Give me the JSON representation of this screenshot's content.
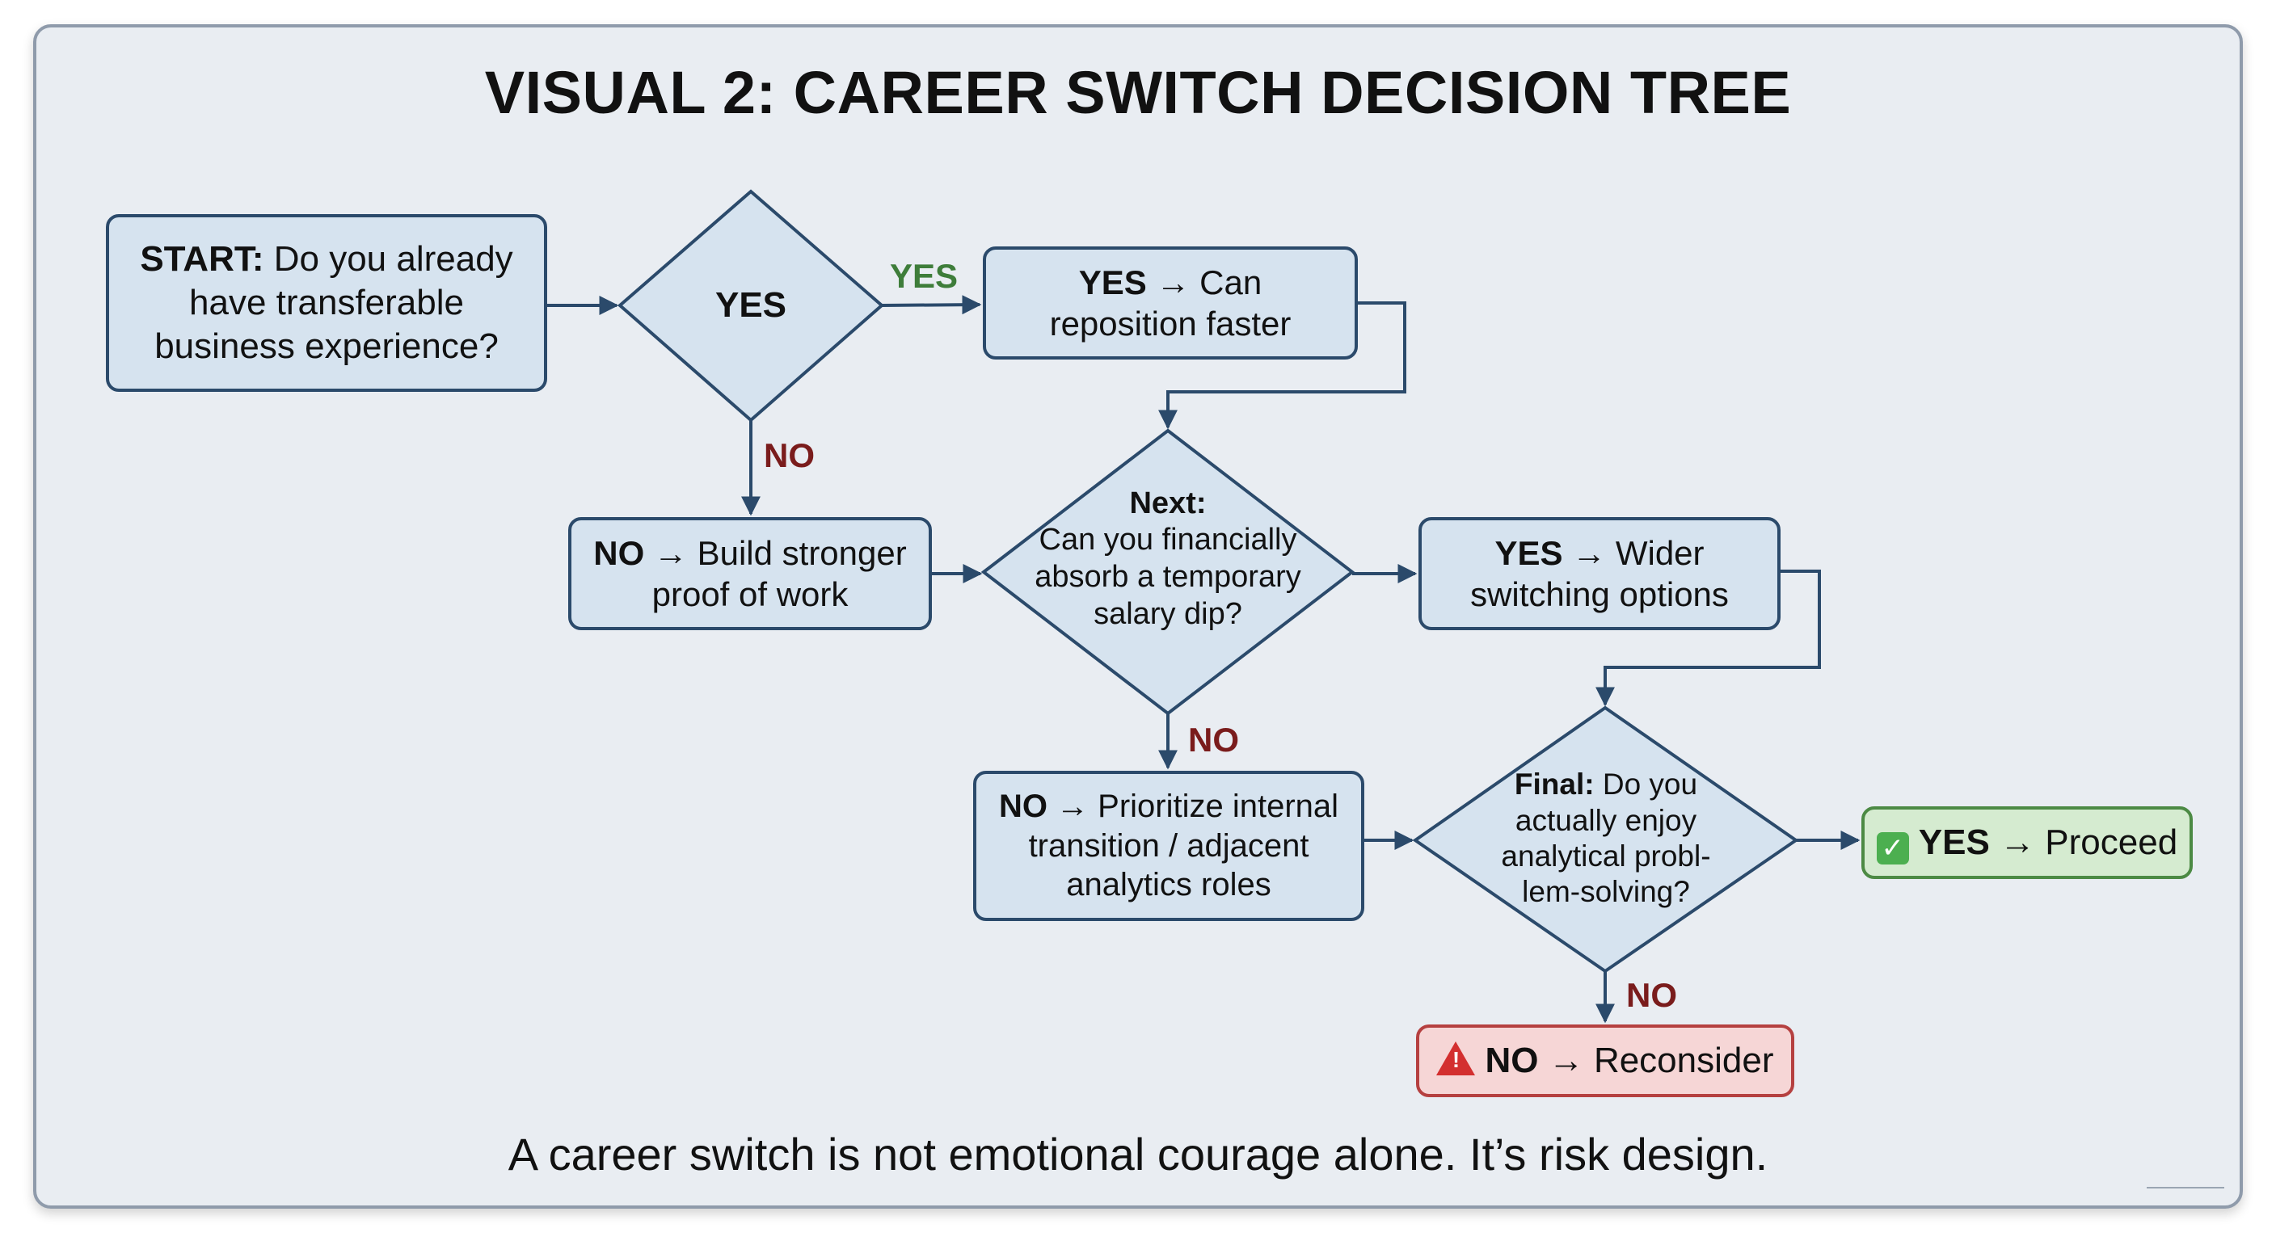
{
  "title": "VISUAL 2: CAREER SWITCH DECISION TREE",
  "footer": "A career switch is not emotional courage alone. It’s risk design.",
  "colors": {
    "box_fill": "#d6e3ef",
    "box_border": "#2b4a6b",
    "yes_label": "#3e7d3a",
    "no_label": "#7a1c1c",
    "proceed_fill": "#d5ebd0",
    "reconsider_fill": "#f6d6d6"
  },
  "nodes": {
    "start": {
      "lead": "START:",
      "text": " Do you already have transferable business experience?"
    },
    "diamond1": {
      "text": "YES"
    },
    "yes1": {
      "lead": "YES",
      "arrow": " → ",
      "text": "Can reposition faster"
    },
    "no1": {
      "lead": "NO",
      "arrow": " → ",
      "text": "Build stronger proof of work"
    },
    "diamond2": {
      "lead": "Next:",
      "text": "Can you financially absorb a temporary salary dip?"
    },
    "yes2": {
      "lead": "YES",
      "arrow": " → ",
      "text": "Wider switching options"
    },
    "no2": {
      "lead": "NO",
      "arrow": " → ",
      "text": "Prioritize internal transition / adjacent analytics roles"
    },
    "diamond3": {
      "lead": "Final:",
      "text": " Do you actually enjoy analytical probl-lem-solving?"
    },
    "proceed": {
      "icon": "check-icon",
      "lead": "YES",
      "arrow": " → ",
      "text": "Proceed"
    },
    "reconsider": {
      "icon": "warning-icon",
      "lead": "NO",
      "arrow": " → ",
      "text": "Reconsider"
    }
  },
  "edge_labels": {
    "d1_yes": "YES",
    "d1_no": "NO",
    "d2_no": "NO",
    "d3_no": "NO"
  }
}
